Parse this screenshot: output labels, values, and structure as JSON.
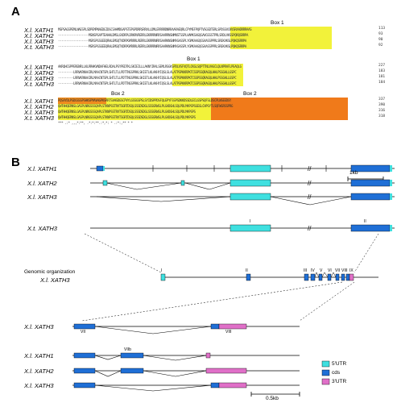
{
  "panels": {
    "a": "A",
    "b": "B"
  },
  "colors": {
    "utr5": "#3fe0e0",
    "cds": "#1f6fd6",
    "utr3": "#e070c8",
    "box1": "#f2f23a",
    "box2": "#f07a1a"
  },
  "alignment": {
    "block1": {
      "box_label": "Box 1",
      "rows": [
        {
          "name": "X.l. XATH1",
          "seq": "MSPSAGSPEMLNAESPLSDPEMPNAEDGIDGCSAHMDGAPSTEPGPDRRSRRVLLDMLERRRRDNRRAARAEQRLCPYMEFPQPTVSGSDTERLSPDSSVCKVSRAADRRRAAS",
          "num": "113"
        },
        {
          "name": "X.l. XATH2",
          "seq": "------------------MSNSPGAPTEAHHLDMGLGVDRPLDRKRVRERRLEKRRRNRRSAARRNSNMNSTSSPLHAMKSAGQGAVGSSSTPRLSRDLVKSSPQRQSRRPA",
          "num": "93"
        },
        {
          "name": "X.l. XATH3",
          "seq": "------------------MSRSPGSGEEQRHLEMGQTVDRPGMRRRLRERRLEKRRRNRRSAARKNSNMASASSPLYGMKAAGQGSAASSPPRLSREKVKSLPQKQSRRPA",
          "num": "90"
        },
        {
          "name": "X.t. XATH3",
          "seq": "------------------MSRSPGSGEEQRHLEMGQTVDRPGMRRRLRERRLEKRRRNRRSAARKNSNMASASSPLYGMKAAGQGSAASSPPRLSREKVKSLPQKQSRRPA",
          "num": "92"
        }
      ]
    },
    "block2": {
      "box_label": "Box 1",
      "rows": [
        {
          "name": "X.l. XATH1",
          "seq": "AKRQHCGPPERENRLLKLRRHKVNDAFHELRDALPSYPEDTKLSKIEILLLAKNYIRALSEMLRSGKSPDLVSFVQTLCKGLSQPTTNLVAGCLQLNPRAFLPEAQLG",
          "num": "227"
        },
        {
          "name": "X.l. XATH2",
          "seq": "---------LRRVKRNAAIRLMAACNTSPLSHTLTLLPDTTNGSPRKLSKIETLKLAKHYIQSLSLALATPSPKKRPKTCSSPSSQRAGQLHHLPSSGHLLGSPC",
          "num": "183"
        },
        {
          "name": "X.l. XATH3",
          "seq": "---------LRRVKRNAAIRLMAACNTSPLSHTLTLLPDTTNGSPRKLSKIETLKLAKHYIQSLSLALATPSPKKRPKTCSSPSSQRAGQLHHLPSSGHLLGSPC",
          "num": "181"
        },
        {
          "name": "X.t. XATH3",
          "seq": "---------LRRVKRNAAIRLMAACNTSPLSHTLTLLPDTTNGSPRKLSKIETLKLAKHYIQSLSLALATPSPKKRPKTCSSPSSQRAGQLHHLPSSGHLLGSPC",
          "num": "184"
        }
      ]
    },
    "block3": {
      "box_labels": [
        "Box 2",
        "Box 2"
      ],
      "rows": [
        {
          "name": "X.l. XATH1",
          "seq": "PQSAYDLPSDGSSSPSHKSPMAVHGPKSRRTSVHSDGSCPVYLGSSGSPSLSYIDSPPDSFQLEPYFSSPSDKKDSSDLECLGSPSQFSLDSCPLWSEEDSY",
          "num": "337"
        },
        {
          "name": "X.l. XATH2",
          "seq": "QWTHHQERNSLGASPLNRGSSSQAPLSTKNPSSTRVTSGRTDSQLSSSDSDGLSSSGRWSLPLGADGHLSQLPDLMAPSPSGEGLCHPSYTLSQFWGRSSPRG",
          "num": "390"
        },
        {
          "name": "X.l. XATH3",
          "seq": "QWTHHQERNSLGASPLNRGSSSQAPLSTKNPSSTRVTSGRTDSQLSSSDSDGLSSSGRWSLPLGADGHLSQLPDLMAPSPS",
          "num": "316"
        },
        {
          "name": "X.t. XATH3",
          "seq": "QWTHHQERNSLGASPLNRGSSSQAPLSTKNPSSTRVTSGRTDSQLSSSDSDGLSSSGRWSLPLGADGHLSQLPDLMAPSPS",
          "num": "318"
        }
      ],
      "consensus": "*** .:* ,,,*:**, .*:*:**.:*,*:  *  .:*:,** *  *"
    }
  },
  "genes": {
    "scale_1kb": "1kb",
    "scale_05kb": "0.5kb",
    "xl_xath1": "X.l. XATH1",
    "xl_xath2": "X.l. XATH2",
    "xl_xath3": "X.l. XATH3",
    "xt_xath3": "X.t. XATH3",
    "exon_I": "I",
    "exon_II": "II",
    "genomic_title": "Genomic organization",
    "genomic_sub": "X.l. XATH3",
    "exon_labels": [
      "I",
      "II",
      "III",
      "IV",
      "V",
      "VI",
      "VII",
      "VIII",
      "IX"
    ],
    "zoom_labels": {
      "vii": "VII",
      "viii": "VIII",
      "vii_b": "VIIb"
    }
  },
  "legend": [
    {
      "label": "5'UTR",
      "color": "#3fe0e0"
    },
    {
      "label": "cds",
      "color": "#1f6fd6"
    },
    {
      "label": "3'UTR",
      "color": "#e070c8"
    }
  ]
}
